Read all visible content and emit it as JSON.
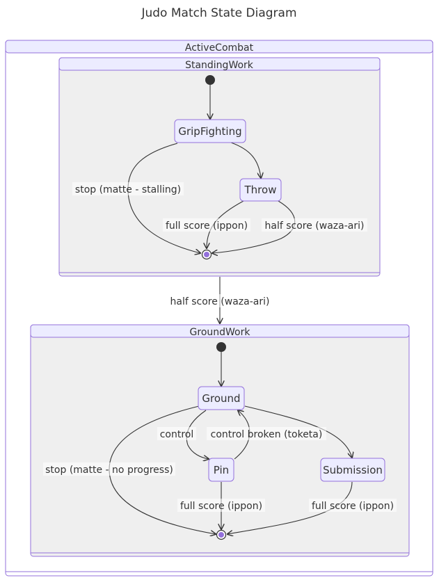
{
  "title": "Judo Match State Diagram",
  "clusters": {
    "active": "ActiveCombat",
    "standing": "StandingWork",
    "ground": "GroundWork"
  },
  "states": {
    "grip": "GripFighting",
    "throw": "Throw",
    "groundState": "Ground",
    "pin": "Pin",
    "submission": "Submission"
  },
  "edges": {
    "grip_stop": "stop (matte - stalling)",
    "throw_ippon": "full score (ippon)",
    "throw_waza": "half score (waza-ari)",
    "standing_to_ground": "half score (waza-ari)",
    "ground_control": "control",
    "pin_broken": "control broken (toketa)",
    "ground_stop": "stop (matte - no progress)",
    "pin_ippon": "full score (ippon)",
    "sub_ippon": "full score (ippon)"
  },
  "colors": {
    "node_fill": "#ECECFF",
    "node_stroke": "#9370DB",
    "cluster_fill": "#EFEFEF",
    "edge": "#333333",
    "end_dot": "#9370DB"
  }
}
